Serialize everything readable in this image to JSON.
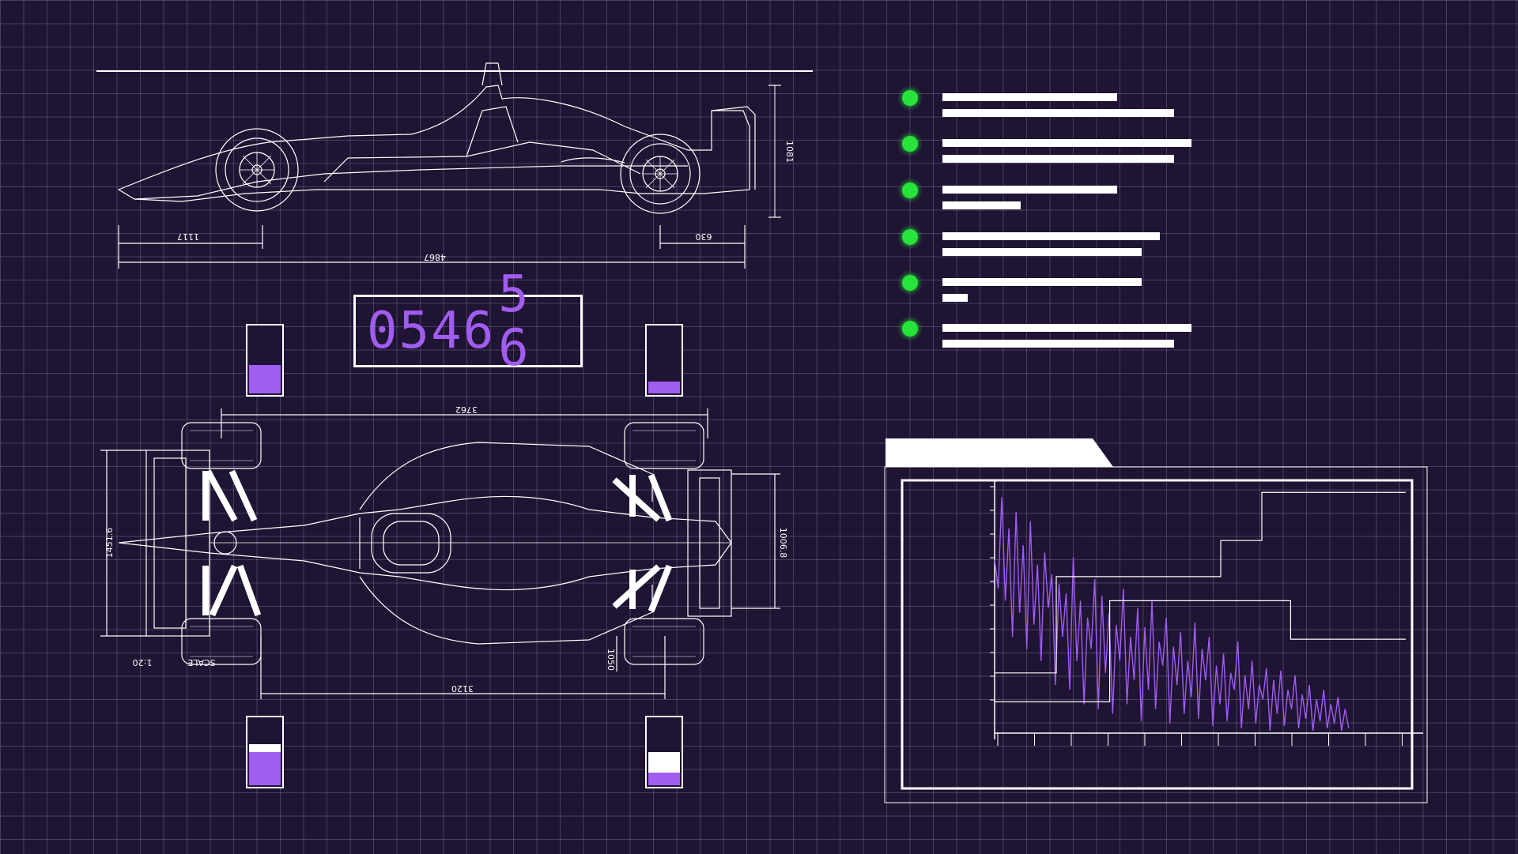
{
  "blueprint": {
    "side_view": {
      "dim_height": "1081",
      "dim_front_overhang": "1117",
      "dim_rear_overhang": "630",
      "dim_length": "4867"
    },
    "top_view": {
      "dim_track_front": "3762",
      "dim_width_left": "1451.6",
      "dim_width_right": "1006.8",
      "dim_wheel_offset": "1050",
      "dim_wheelbase": "3120",
      "scale_label": "SCALE",
      "scale_value": "1:20"
    }
  },
  "counter": {
    "digits": [
      "0",
      "5",
      "4",
      "6"
    ],
    "rolling_top": "5",
    "rolling_bottom": "6"
  },
  "tire_gauges": {
    "front_left": 0.42,
    "front_right": 0.18,
    "rear_left": 0.5,
    "rear_right": 0.2
  },
  "status_list": [
    {
      "line1": 0.49,
      "line2": 0.65
    },
    {
      "line1": 0.7,
      "line2": 0.65
    },
    {
      "line1": 0.49,
      "line2": 0.22
    },
    {
      "line1": 0.61,
      "line2": 0.56
    },
    {
      "line1": 0.56,
      "line2": 0.07
    },
    {
      "line1": 0.7,
      "line2": 0.65
    }
  ],
  "colors": {
    "background": "#1f1433",
    "grid": "#a9a0c8",
    "accent": "#a15cf0",
    "status_ok": "#27e33a",
    "line": "#ffffff"
  },
  "chart_data": {
    "type": "line",
    "x": [
      0,
      1,
      2,
      3,
      4,
      5,
      6,
      7,
      8,
      9,
      10,
      11,
      12,
      13,
      14,
      15,
      16,
      17,
      18,
      19,
      20,
      21,
      22,
      23,
      24,
      25,
      26,
      27,
      28,
      29,
      30,
      31,
      32,
      33,
      34,
      35,
      36,
      37,
      38,
      39,
      40,
      41,
      42,
      43,
      44,
      45,
      46,
      47,
      48,
      49,
      50,
      51,
      52,
      53,
      54,
      55,
      56,
      57,
      58,
      59,
      60,
      61,
      62,
      63,
      64,
      65,
      66,
      67,
      68,
      69,
      70,
      71,
      72,
      73,
      74,
      75,
      76,
      77,
      78,
      79,
      80,
      81,
      82,
      83,
      84,
      85,
      86,
      87,
      88,
      89,
      90,
      91,
      92,
      93,
      94,
      95,
      96,
      97,
      98,
      99
    ],
    "series": [
      {
        "kind": "noisy",
        "values": [
          0.72,
          0.6,
          0.98,
          0.55,
          0.85,
          0.4,
          0.92,
          0.5,
          0.78,
          0.35,
          0.88,
          0.45,
          0.7,
          0.3,
          0.75,
          0.52,
          0.66,
          0.2,
          0.62,
          0.4,
          0.58,
          0.18,
          0.73,
          0.3,
          0.55,
          0.12,
          0.48,
          0.35,
          0.64,
          0.1,
          0.57,
          0.25,
          0.5,
          0.08,
          0.45,
          0.3,
          0.6,
          0.12,
          0.4,
          0.22,
          0.52,
          0.05,
          0.44,
          0.18,
          0.55,
          0.1,
          0.38,
          0.28,
          0.48,
          0.04,
          0.36,
          0.2,
          0.42,
          0.08,
          0.3,
          0.15,
          0.46,
          0.06,
          0.35,
          0.22,
          0.4,
          0.03,
          0.28,
          0.12,
          0.33,
          0.05,
          0.25,
          0.18,
          0.38,
          0.02,
          0.24,
          0.1,
          0.3,
          0.04,
          0.2,
          0.14,
          0.27,
          0.01,
          0.22,
          0.08,
          0.26,
          0.03,
          0.18,
          0.1,
          0.24,
          0.02,
          0.16,
          0.06,
          0.2,
          0.01,
          0.14,
          0.05,
          0.18,
          0.02,
          0.12,
          0.04,
          0.15,
          0.01,
          0.1,
          0.02
        ]
      },
      {
        "kind": "step",
        "points": [
          [
            0,
            0.25
          ],
          [
            15,
            0.25
          ],
          [
            15,
            0.65
          ],
          [
            30,
            0.65
          ],
          [
            30,
            0.65
          ],
          [
            55,
            0.65
          ],
          [
            55,
            0.8
          ],
          [
            65,
            0.8
          ],
          [
            65,
            1.0
          ],
          [
            100,
            1.0
          ]
        ]
      },
      {
        "kind": "step",
        "points": [
          [
            0,
            0.13
          ],
          [
            28,
            0.13
          ],
          [
            28,
            0.55
          ],
          [
            72,
            0.55
          ],
          [
            72,
            0.39
          ],
          [
            100,
            0.39
          ]
        ]
      }
    ],
    "ylim": [
      0,
      1.05
    ],
    "xlim": [
      0,
      100
    ]
  }
}
